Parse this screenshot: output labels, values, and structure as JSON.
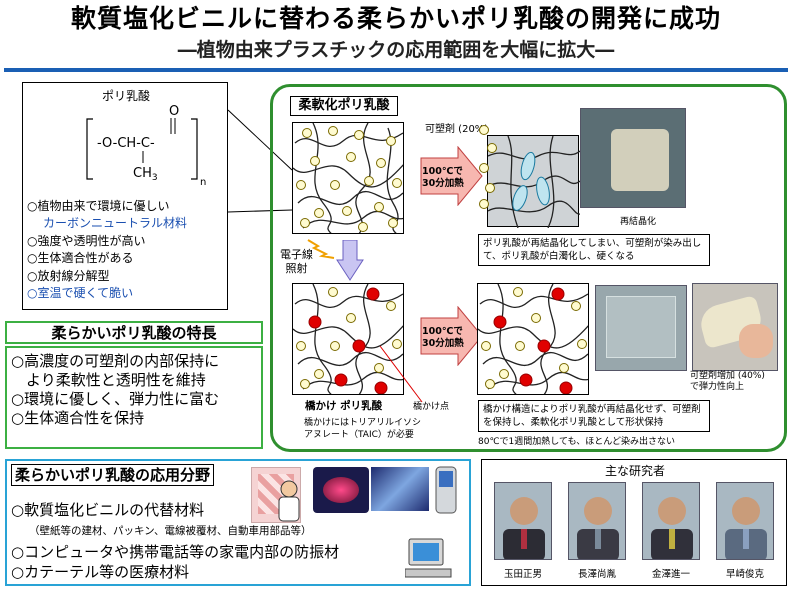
{
  "header": {
    "title": "軟質塩化ビニルに替わる柔らかいポリ乳酸の開発に成功",
    "subtitle": "―植物由来プラスチックの応用範囲を大幅に拡大―"
  },
  "pla": {
    "name": "ポリ乳酸",
    "formula": {
      "o": "O",
      "dbl_o": "O",
      "chain": "-O-CH-C-",
      "ch3": "CH",
      "sub3": "3",
      "n": "n"
    },
    "properties": [
      "○植物由来で環境に優しい",
      "カーボンニュートラル材料",
      "○強度や透明性が高い",
      "○生体適合性がある",
      "○放射線分解型",
      "○室温で硬くて脆い"
    ]
  },
  "features": {
    "title": "柔らかいポリ乳酸の特長",
    "items": [
      "○高濃度の可塑剤の内部保持に",
      "より柔軟性と透明性を維持",
      "○環境に優しく、弾力性に富む",
      "○生体適合性を保持"
    ]
  },
  "diagram": {
    "soft_pla_label": "柔軟化ポリ乳酸",
    "plasticizer_label": "可塑剤 (20%)",
    "heat_label_1": "100℃で",
    "heat_label_2": "30分加熱",
    "recrystallize_label": "再結晶化",
    "note_top": "ポリ乳酸が再結晶化してしまい、可塑剤が染み出して、ポリ乳酸が白濁化し、硬くなる",
    "ebeam_label_1": "電子線",
    "ebeam_label_2": "照射",
    "crosslinked_label": "橋かけ ポリ乳酸",
    "crosslink_point_label": "橋かけ点",
    "taic_note_1": "橋かけにはトリアリルイソシ",
    "taic_note_2": "アヌレート（TAIC）が必要",
    "note_bottom": "橋かけ構造によりポリ乳酸が再結晶化せず、可塑剤を保持し、柔軟化ポリ乳酸として形状保持",
    "plasticizer_increase_1": "可塑剤増加 (40%)",
    "plasticizer_increase_2": "で弾力性向上",
    "bottom_caption": "80℃で1週間加熱しても、ほとんど染み出さない"
  },
  "applications": {
    "title": "柔らかいポリ乳酸の応用分野",
    "items": [
      "○軟質塩化ビニルの代替材料",
      "（壁紙等の建材、パッキン、電線被覆材、自動車用部品等）",
      "○コンピュータや携帯電話等の家電内部の防振材",
      "○カテーテル等の医療材料"
    ]
  },
  "researchers": {
    "title": "主な研究者",
    "names": [
      "玉田正男",
      "長澤尚胤",
      "金澤進一",
      "早崎俊克"
    ]
  },
  "colors": {
    "accent_blue": "#1a5fb4",
    "green": "#2f8f2f",
    "feature_green": "#3cb043",
    "cyan": "#29a3d6",
    "crosslink_red": "#e00000",
    "plasticizer_fill": "#fffbd0",
    "arrow_fill": "#f7b7b0",
    "ebeam_arrow_fill": "#c9c5f2"
  }
}
